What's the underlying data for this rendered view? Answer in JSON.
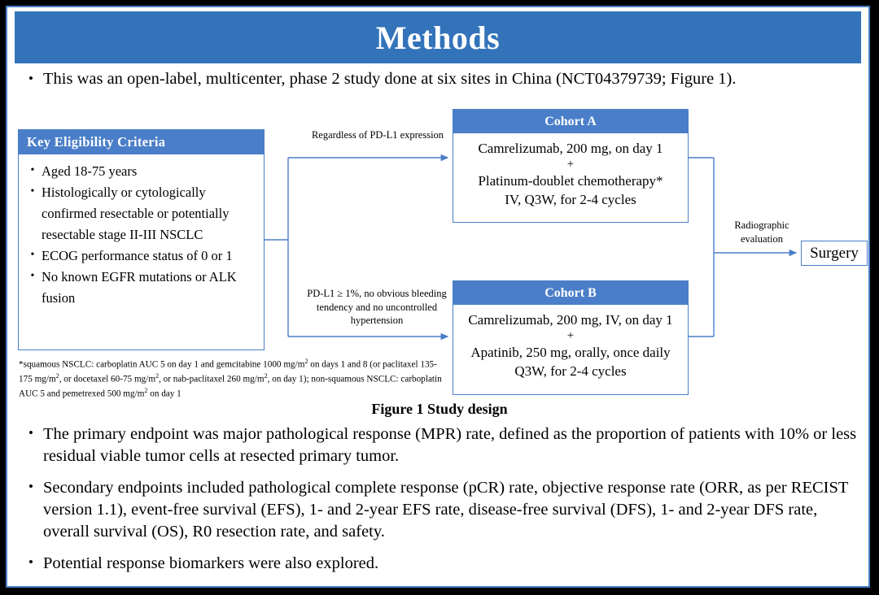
{
  "slide": {
    "title": "Methods",
    "accent_color": "#3373ba",
    "box_color": "#4a7ec8",
    "border_color": "#4a7ec8",
    "frame_color": "#000000"
  },
  "intro_bullet": "This was an open-label, multicenter, phase 2 study done at six sites in China (NCT04379739; Figure 1).",
  "figure": {
    "caption": "Figure 1 Study design",
    "eligibility": {
      "header": "Key  Eligibility Criteria",
      "items": [
        "Aged 18-75 years",
        "Histologically or cytologically confirmed resectable or potentially resectable stage II-III  NSCLC",
        "ECOG performance status of 0 or 1",
        "No known EGFR mutations or ALK fusion"
      ]
    },
    "footnote_lines": [
      "*squamous NSCLC: carboplatin AUC 5 on day 1 and gemcitabine 1000 mg/m",
      " on days 1 and 8 (or paclitaxel 135-175 mg/m",
      ", or docetaxel 60-75 mg/m",
      ", or nab-paclitaxel 260 mg/m",
      ", on day 1); non-squamous NSCLC: carboplatin AUC 5 and pemetrexed 500 mg/m",
      " on day 1"
    ],
    "cohort_a": {
      "header": "Cohort A",
      "line1": "Camrelizumab, 200 mg, on day 1",
      "plus": "+",
      "line2": "Platinum-doublet chemotherapy*",
      "line3": "IV, Q3W, for 2-4 cycles"
    },
    "cohort_b": {
      "header": "Cohort B",
      "line1": "Camrelizumab, 200 mg, IV, on day 1",
      "plus": "+",
      "line2": "Apatinib, 250 mg, orally, once daily",
      "line3": "Q3W, for 2-4 cycles"
    },
    "label_a": "Regardless  of PD-L1 expression",
    "label_b": "PD-L1 ≥ 1%, no obvious bleeding tendency  and no uncontrolled  hypertension",
    "label_right": "Radiographic evaluation",
    "surgery": "Surgery"
  },
  "endpoints": [
    "The primary endpoint was major pathological response (MPR) rate, defined as the proportion of patients with 10% or less residual viable tumor cells at resected primary tumor.",
    "Secondary endpoints included pathological complete response (pCR) rate, objective  response rate (ORR, as per RECIST version 1.1), event-free survival (EFS), 1- and 2-year EFS rate, disease-free survival (DFS), 1- and 2-year DFS rate, overall survival (OS), R0 resection rate, and safety.",
    "Potential response biomarkers were also explored."
  ],
  "bullet_glyph": "•"
}
